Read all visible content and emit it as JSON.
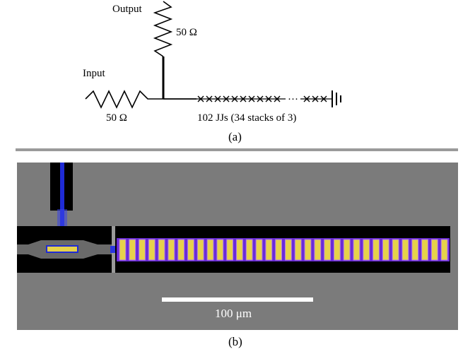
{
  "schematic": {
    "output_label": "Output",
    "output_resistor": "50 Ω",
    "input_label": "Input",
    "input_resistor": "50 Ω",
    "jj_label": "102 JJs (34 stacks of 3)",
    "ellipsis": "···",
    "panel_label": "(a)"
  },
  "micrograph": {
    "scale_bar_label": "100 μm",
    "panel_label": "(b)",
    "junction_stack_count": 34
  },
  "colors": {
    "substrate": "#7b7b7b",
    "metal": "#000000",
    "stripline": "#1f2bd6",
    "junction_fill": "#e6d24a",
    "junction_outline": "#6a2bd8",
    "divider": "#9a9a9a"
  }
}
